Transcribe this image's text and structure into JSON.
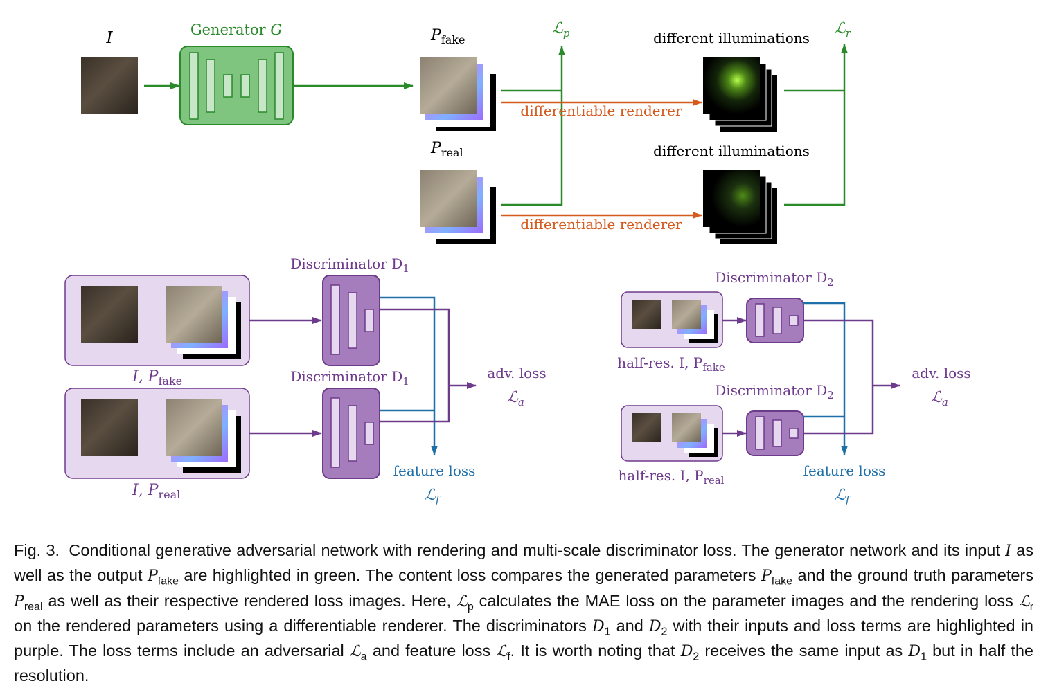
{
  "colors": {
    "green": "#2a8a2a",
    "green_fill": "#7fc47f",
    "purple": "#6e3a8c",
    "purple_fill": "#a57dbd",
    "purple_light": "#e6d8ee",
    "orange": "#d45a1e",
    "blue": "#1f6fa8"
  },
  "labels": {
    "input_I": "I",
    "generator_title": "Generator",
    "generator_symbol": "G",
    "p_fake": "P",
    "p_fake_sub": "fake",
    "p_real": "P",
    "p_real_sub": "real",
    "loss_p": "ℒ",
    "loss_p_sub": "p",
    "loss_r": "ℒ",
    "loss_r_sub": "r",
    "illum_top": "different illuminations",
    "illum_bottom": "different illuminations",
    "renderer_top": "differentiable renderer",
    "renderer_bottom": "differentiable renderer",
    "disc1_top": "Discriminator D",
    "disc1_top_sub": "1",
    "disc1_bottom": "Discriminator D",
    "disc1_bottom_sub": "1",
    "disc2_top": "Discriminator D",
    "disc2_top_sub": "2",
    "disc2_bottom": "Discriminator D",
    "disc2_bottom_sub": "2",
    "in1_fake": "I, P",
    "in1_fake_sub": "fake",
    "in1_real": "I, P",
    "in1_real_sub": "real",
    "in2_fake": "half-res. I, P",
    "in2_fake_sub": "fake",
    "in2_real": "half-res. I, P",
    "in2_real_sub": "real",
    "adv_loss_left": "adv. loss",
    "adv_loss_right": "adv. loss",
    "loss_a": "ℒ",
    "loss_a_sub": "a",
    "feature_loss_left": "feature loss",
    "feature_loss_right": "feature loss",
    "loss_f": "ℒ",
    "loss_f_sub": "f"
  },
  "caption": {
    "fig": "Fig. 3.",
    "t1": "Conditional generative adversarial network with rendering and multi-scale discriminator loss. The generator network and its input ",
    "m1": "I",
    "t2": " as well as the output ",
    "m2": "P",
    "m2s": "fake",
    "t3": " are highlighted in green. The content loss compares the generated parameters ",
    "m3": "P",
    "m3s": "fake",
    "t4": " and the ground truth parameters ",
    "m4": "P",
    "m4s": "real",
    "t5": " as well as their respective rendered loss images. Here, ",
    "m5": "ℒ",
    "m5s": "p",
    "t6": " calculates the MAE loss on the parameter images and the rendering loss ",
    "m6": "ℒ",
    "m6s": "r",
    "t7": " on the rendered parameters using a differentiable renderer. The discriminators ",
    "m7": "D",
    "m7s": "1",
    "t8": " and ",
    "m8": "D",
    "m8s": "2",
    "t9": " with their inputs and loss terms are highlighted in purple. The loss terms include an adversarial ",
    "m9": "ℒ",
    "m9s": "a",
    "t10": " and feature loss ",
    "m10": "ℒ",
    "m10s": "f",
    "t11": ". It is worth noting that ",
    "m11": "D",
    "m11s": "2",
    "t12": " receives the same input as ",
    "m12": "D",
    "m12s": "1",
    "t13": " but in half the resolution."
  }
}
